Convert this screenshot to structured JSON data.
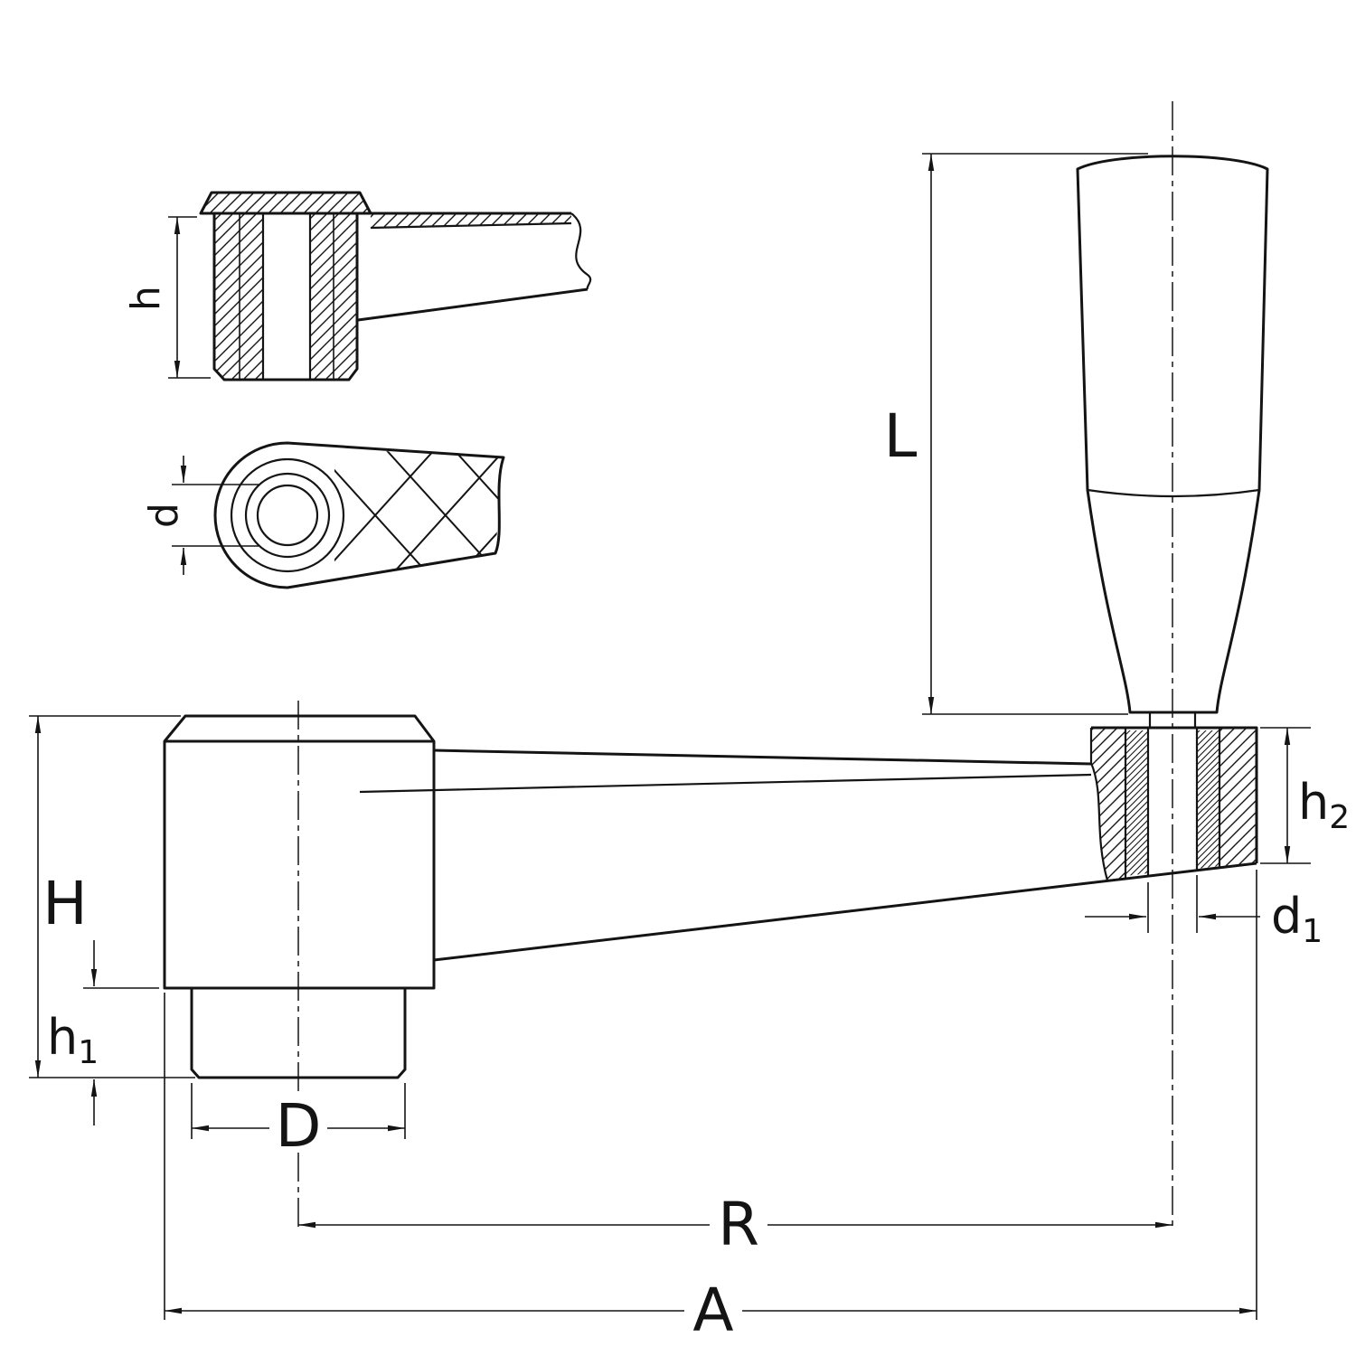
{
  "drawing": {
    "type": "technical-drawing",
    "subject": "crank-handle-with-revolving-grip",
    "colors": {
      "line": "#141414",
      "background": "#ffffff"
    },
    "dims": {
      "h": {
        "base": "h",
        "sub": ""
      },
      "d": {
        "base": "d",
        "sub": ""
      },
      "L": {
        "base": "L",
        "sub": ""
      },
      "H": {
        "base": "H",
        "sub": ""
      },
      "h1": {
        "base": "h",
        "sub": "1"
      },
      "h2": {
        "base": "h",
        "sub": "2"
      },
      "d1": {
        "base": "d",
        "sub": "1"
      },
      "D": {
        "base": "D",
        "sub": ""
      },
      "R": {
        "base": "R",
        "sub": ""
      },
      "A": {
        "base": "A",
        "sub": ""
      }
    }
  }
}
